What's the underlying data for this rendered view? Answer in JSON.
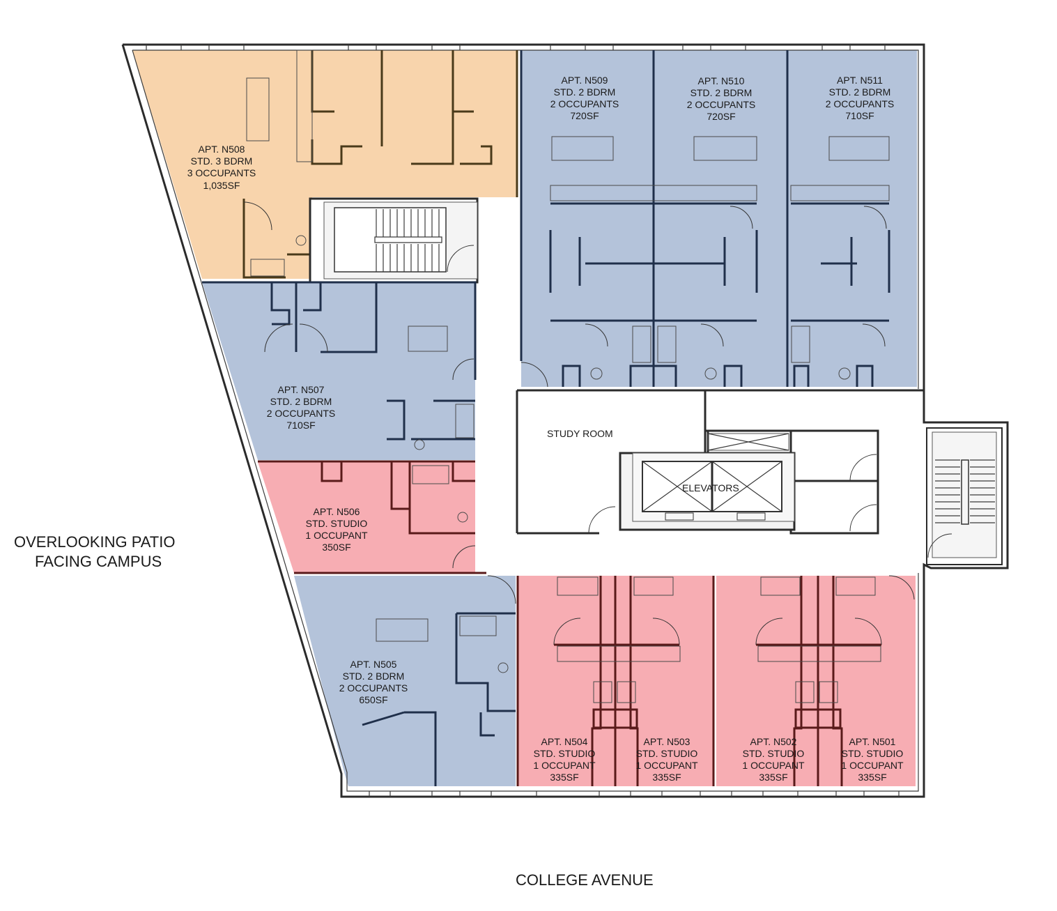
{
  "colors": {
    "orange_unit": "#f8d4ac",
    "blue_unit": "#b4c3da",
    "red_unit": "#f7adb3",
    "wall": "#2b2b2b",
    "background": "#ffffff"
  },
  "units": [
    {
      "id": "N508",
      "name": "APT. N508",
      "type": "STD. 3 BDRM",
      "occupants": "3 OCCUPANTS",
      "area": "1,035SF"
    },
    {
      "id": "N509",
      "name": "APT. N509",
      "type": "STD. 2 BDRM",
      "occupants": "2 OCCUPANTS",
      "area": "720SF"
    },
    {
      "id": "N510",
      "name": "APT. N510",
      "type": "STD. 2 BDRM",
      "occupants": "2 OCCUPANTS",
      "area": "720SF"
    },
    {
      "id": "N511",
      "name": "APT. N511",
      "type": "STD. 2 BDRM",
      "occupants": "2 OCCUPANTS",
      "area": "710SF"
    },
    {
      "id": "N507",
      "name": "APT. N507",
      "type": "STD. 2 BDRM",
      "occupants": "2 OCCUPANTS",
      "area": "710SF"
    },
    {
      "id": "N506",
      "name": "APT. N506",
      "type": "STD. STUDIO",
      "occupants": "1 OCCUPANT",
      "area": "350SF"
    },
    {
      "id": "N505",
      "name": "APT. N505",
      "type": "STD. 2 BDRM",
      "occupants": "2 OCCUPANTS",
      "area": "650SF"
    },
    {
      "id": "N504",
      "name": "APT. N504",
      "type": "STD. STUDIO",
      "occupants": "1 OCCUPANT",
      "area": "335SF"
    },
    {
      "id": "N503",
      "name": "APT. N503",
      "type": "STD. STUDIO",
      "occupants": "1 OCCUPANT",
      "area": "335SF"
    },
    {
      "id": "N502",
      "name": "APT. N502",
      "type": "STD. STUDIO",
      "occupants": "1 OCCUPANT",
      "area": "335SF"
    },
    {
      "id": "N501",
      "name": "APT. N501",
      "type": "STD. STUDIO",
      "occupants": "1 OCCUPANT",
      "area": "335SF"
    }
  ],
  "rooms": {
    "study_room": "STUDY ROOM",
    "elevators": "ELEVATORS"
  },
  "labels": {
    "patio_line1": "OVERLOOKING PATIO",
    "patio_line2": "FACING CAMPUS",
    "street": "COLLEGE AVENUE"
  }
}
